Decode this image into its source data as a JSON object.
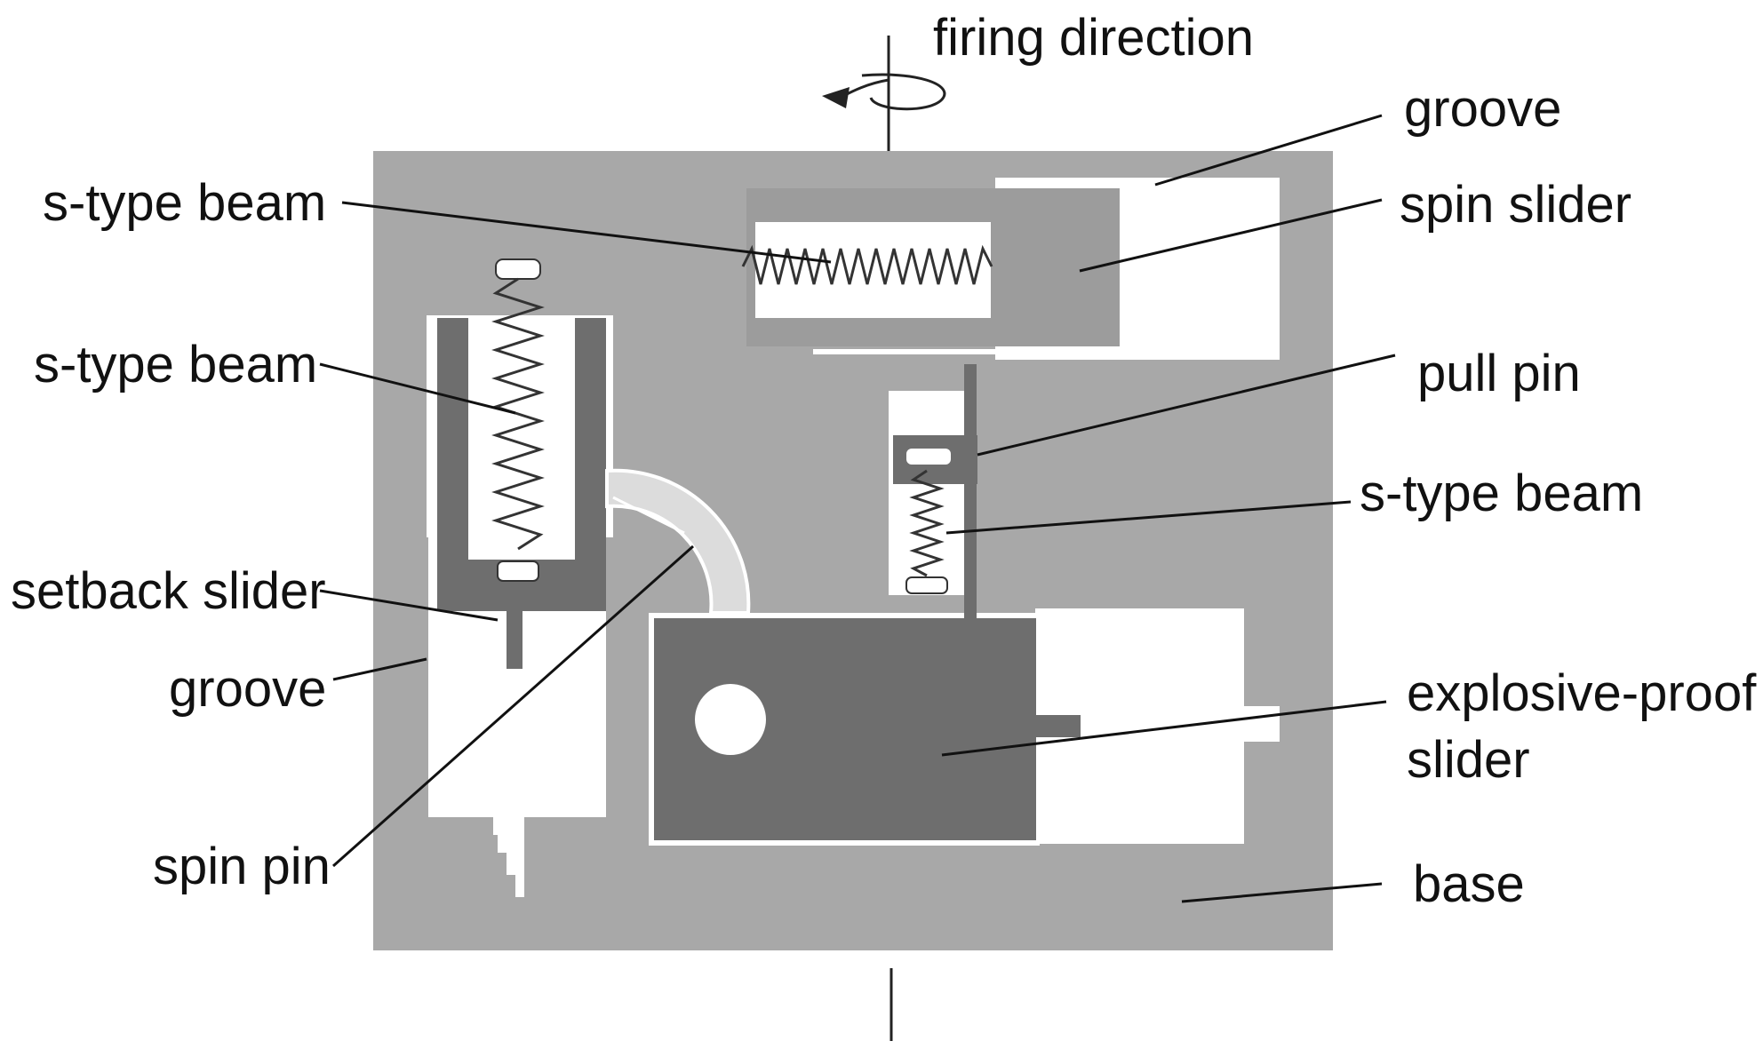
{
  "labels": {
    "firing_direction": "firing direction",
    "groove_top": "groove",
    "spin_slider": "spin slider",
    "pull_pin": "pull pin",
    "s_type_beam_right": "s-type beam",
    "explosive_proof_slider_line1": "explosive-proof",
    "explosive_proof_slider_line2": "slider",
    "base": "base",
    "s_type_beam_top": "s-type beam",
    "s_type_beam_left": "s-type beam",
    "setback_slider": "setback slider",
    "groove_left": "groove",
    "spin_pin": "spin pin"
  },
  "colors": {
    "base": "#a8a8a8",
    "dark_part": "#6e6e6e",
    "cavity": "#ffffff",
    "leader_line": "#111111",
    "spin_pin_arc": "#dcdcdc"
  }
}
